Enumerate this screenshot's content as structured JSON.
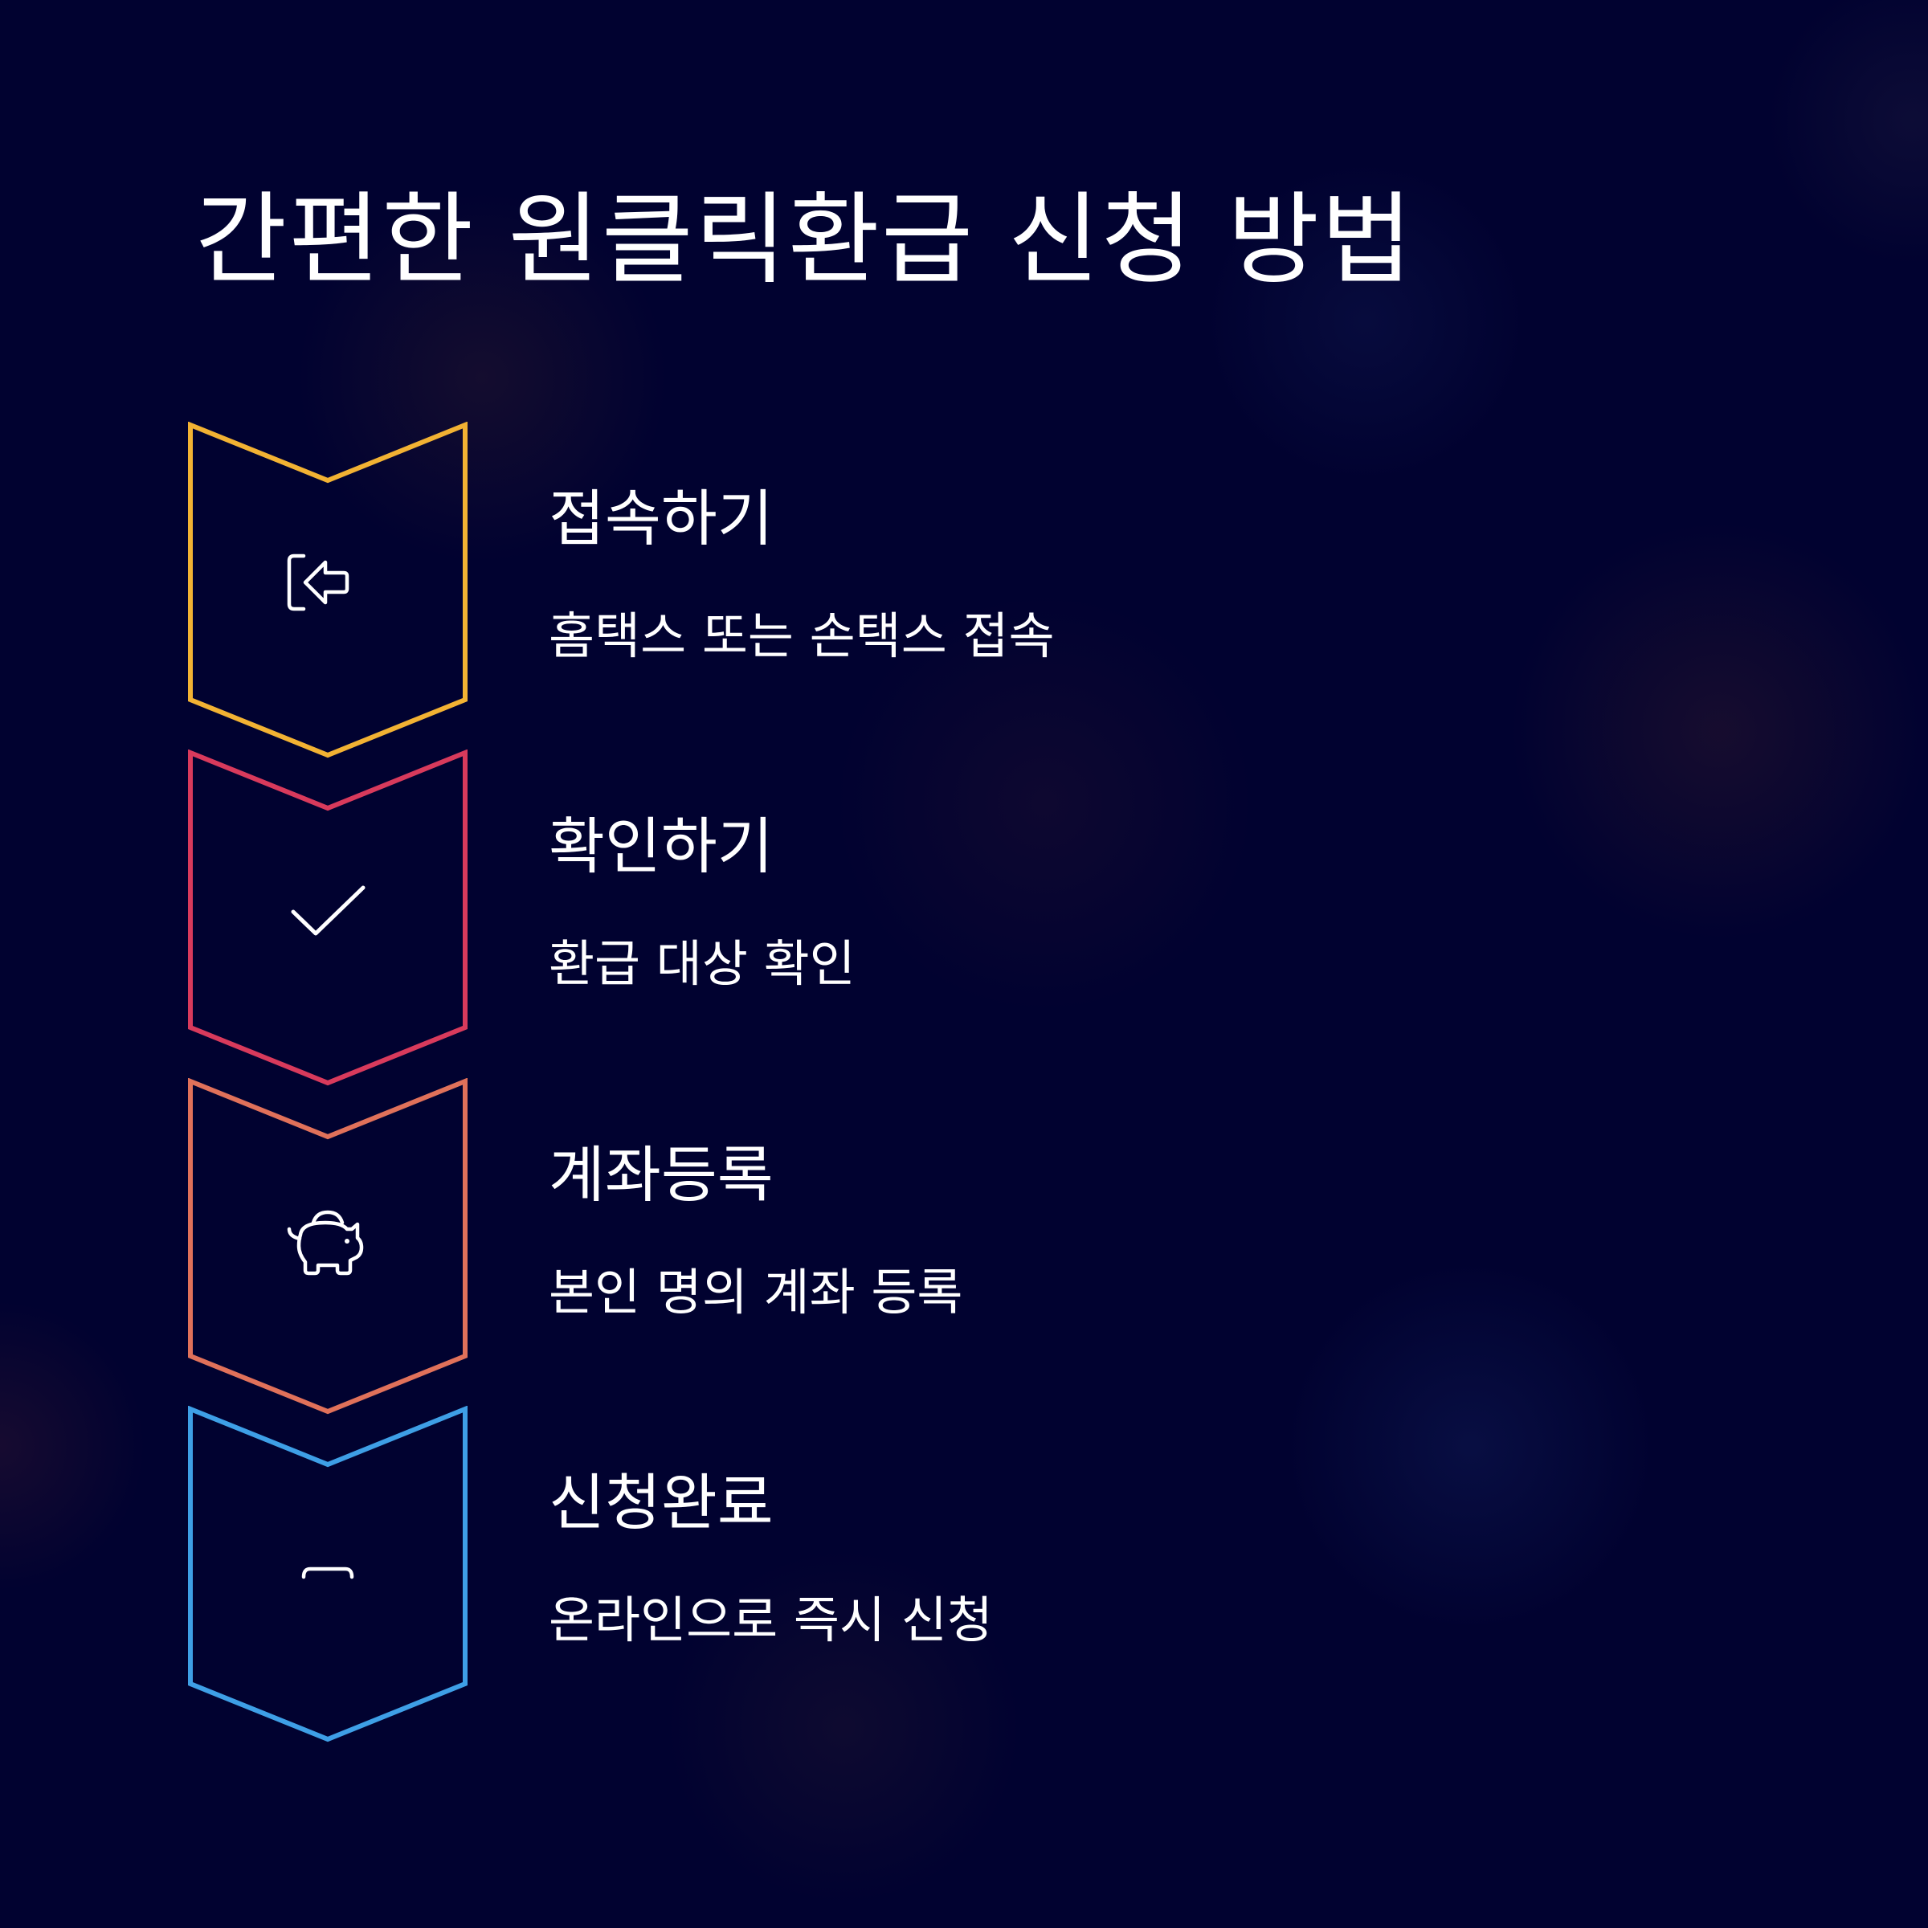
{
  "title": "간편한 원클릭환급 신청 방법",
  "steps": [
    {
      "title": "접속하기",
      "description": "홈택스 또는 손택스 접속",
      "icon": "login-icon",
      "color": "#F2B233"
    },
    {
      "title": "확인하기",
      "description": "환급 대상 확인",
      "icon": "check-icon",
      "color": "#D83A5C"
    },
    {
      "title": "계좌등록",
      "description": "본인 명의 계좌 등록",
      "icon": "piggy-bank-icon",
      "color": "#E0715A"
    },
    {
      "title": "신청완료",
      "description": "온라인으로 즉시 신청",
      "icon": "minus-icon",
      "color": "#3E9FE6"
    }
  ]
}
